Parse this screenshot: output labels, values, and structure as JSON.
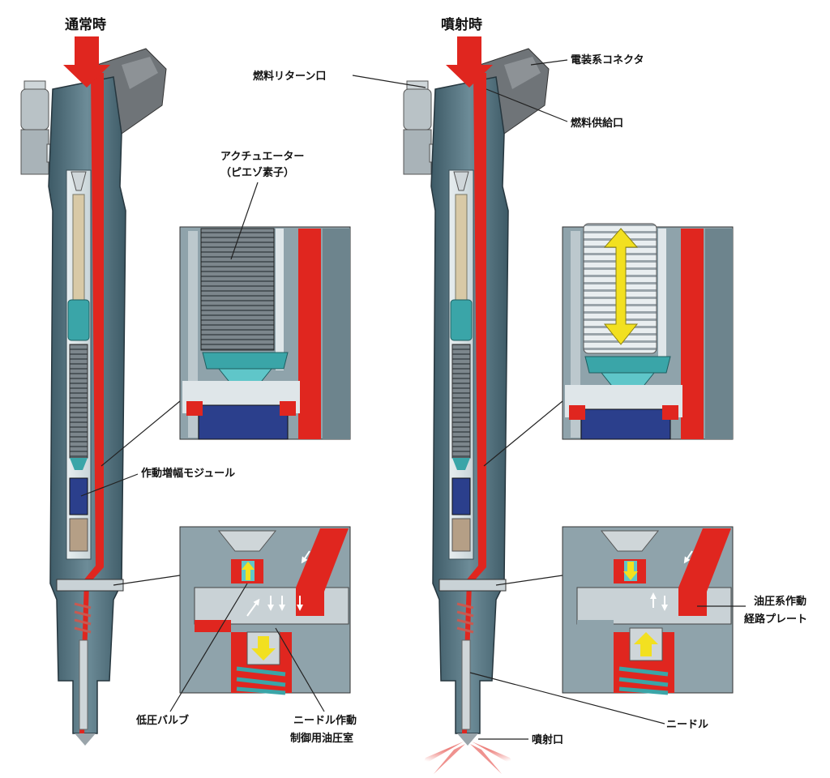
{
  "colors": {
    "body": "#4f6e7a",
    "body_dark": "#2e4450",
    "body_light": "#8aa4ae",
    "fuel": "#e0261f",
    "fuel_light": "#ff6a55",
    "plate": "#c9d2d6",
    "piezo": "#7c868c",
    "teal": "#3aa5a8",
    "navy": "#2b3f8c",
    "arrow_yellow": "#f2e020",
    "connector": "#6f7478",
    "spring": "#c65a52"
  },
  "headings": {
    "normal": "通常時",
    "injection": "噴射時"
  },
  "labels": {
    "return_port": "燃料リターン口",
    "connector": "電装系コネクタ",
    "supply_port": "燃料供給口",
    "actuator_line1": "アクチュエーター",
    "actuator_line2": "（ピエゾ素子）",
    "amp_module": "作動増幅モジュール",
    "hydraulic_plate_line1": "油圧系作動",
    "hydraulic_plate_line2": "経路プレート",
    "low_pressure_valve": "低圧バルブ",
    "needle_chamber_line1": "ニードル作動",
    "needle_chamber_line2": "制御用油圧室",
    "needle": "ニードル",
    "nozzle": "噴射口"
  }
}
